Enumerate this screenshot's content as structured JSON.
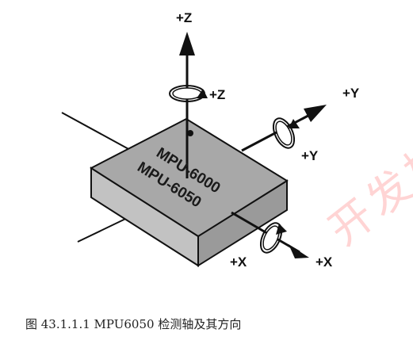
{
  "diagram": {
    "labels": {
      "z_axis_top": "+Z",
      "z_rotation": "+Z",
      "y_axis": "+Y",
      "y_rotation": "+Y",
      "x_axis": "+X",
      "x_rotation": "+X"
    },
    "chip": {
      "line1": "MPU-6000",
      "line2": "MPU-6050"
    },
    "colors": {
      "chip_top": "#a8a8a8",
      "chip_front": "#c2c2c2",
      "chip_side": "#9a9a9a",
      "outline": "#111111",
      "watermark": "#ff3c3c"
    }
  },
  "caption": "图 43.1.1.1 MPU6050 检测轴及其方向",
  "watermark": "开发板"
}
